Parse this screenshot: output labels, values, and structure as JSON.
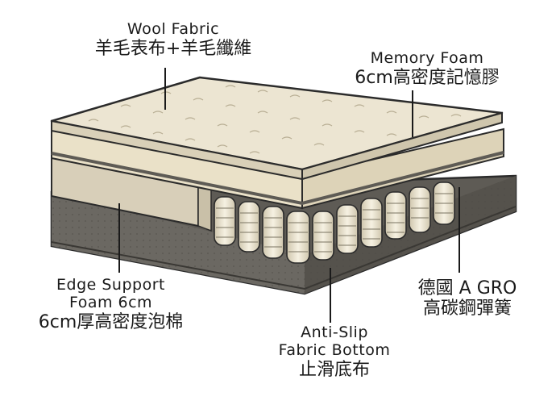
{
  "labels": {
    "wool": {
      "en": "Wool Fabric",
      "zh": "羊毛表布+羊毛纖維"
    },
    "memory": {
      "en": "Memory Foam",
      "zh": "6cm高密度記憶膠"
    },
    "edge": {
      "en_line1": "Edge Support",
      "en_line2": "Foam 6cm",
      "zh": "6cm厚高密度泡棉"
    },
    "antislip": {
      "en_line1": "Anti-Slip",
      "en_line2": "Fabric Bottom",
      "zh": "止滑底布"
    },
    "german": {
      "zh_line1": "德國 A GRO",
      "zh_line2": "高碳鋼彈簧"
    }
  },
  "colors": {
    "quilt_top": "#ece5d2",
    "foam_side": "#e6dcc2",
    "edge_foam": "#d8cfb9",
    "base": "#5e5b55",
    "outline": "#2b2b2b"
  }
}
